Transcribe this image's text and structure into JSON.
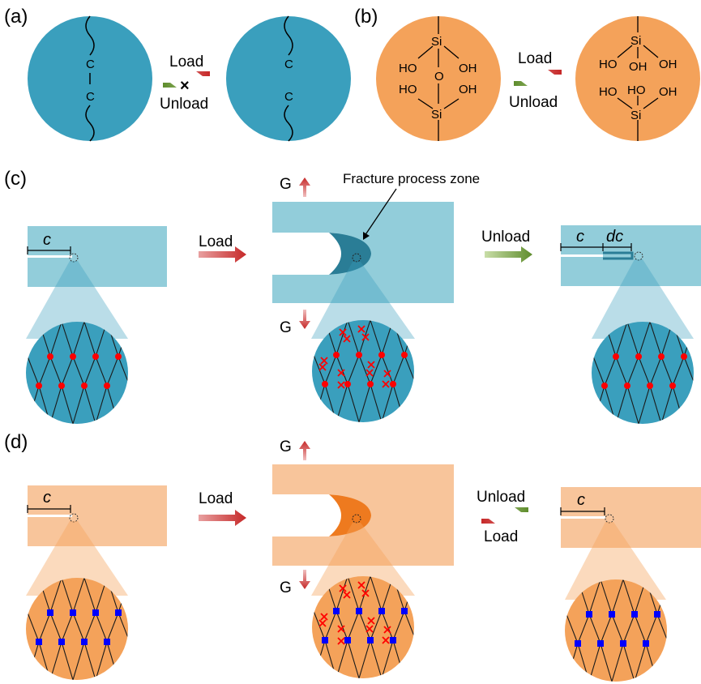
{
  "panels": {
    "a": {
      "label": "(a)",
      "atom": "C",
      "load": "Load",
      "unload": "Unload",
      "blocked_mark": "×"
    },
    "b": {
      "label": "(b)",
      "si": "Si",
      "o": "O",
      "ho": "HO",
      "oh": "OH",
      "load": "Load",
      "unload": "Unload"
    },
    "c": {
      "label": "(c)",
      "crack_length": "c",
      "crack_increment": "dc",
      "load": "Load",
      "unload": "Unload",
      "g_top": "G",
      "g_bottom": "G",
      "fpz_label": "Fracture process zone"
    },
    "d": {
      "label": "(d)",
      "crack_length": "c",
      "load": "Load",
      "unload": "Unload",
      "load_back": "Load",
      "g_top": "G",
      "g_bottom": "G"
    }
  },
  "colors": {
    "teal_circle": "#3a9fbd",
    "teal_light": "#92cdda",
    "teal_dark": "#2a7d96",
    "orange_circle": "#f4a25a",
    "orange_light": "#f8c59b",
    "orange_dark": "#ee7a1f",
    "bond_red": "#ff0000",
    "bond_blue": "#0000ff",
    "arrow_red": "#c62828",
    "arrow_green": "#6b9a35"
  }
}
